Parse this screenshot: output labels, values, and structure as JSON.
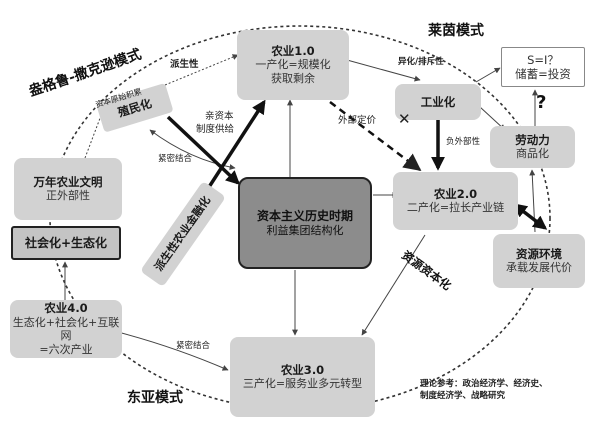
{
  "models": {
    "latin_america": "盎格鲁-撒克逊模式",
    "rhineland": "莱茵模式",
    "east_asia": "东亚模式"
  },
  "nodes": {
    "agri1": {
      "title": "农业1.0",
      "line1": "一产化=规模化",
      "line2": "获取剩余"
    },
    "agri2": {
      "title": "农业2.0",
      "line1": "二产化=拉长产业链"
    },
    "agri3": {
      "title": "农业3.0",
      "line1": "三产化=服务业多元转型"
    },
    "agri4": {
      "title": "农业4.0",
      "line1": "生态化+社会化+互联网",
      "line2": "=六次产业"
    },
    "center": {
      "title": "资本主义历史时期",
      "line1": "利益集团结构化"
    },
    "colonization": {
      "title": "殖民化"
    },
    "industrialization": {
      "title": "工业化"
    },
    "labor": {
      "title": "劳动力",
      "line1": "商品化"
    },
    "savings": {
      "title": "S=I？",
      "line1": "储蓄=投资"
    },
    "question_mark": "?",
    "civilization": {
      "title": "万年农业文明",
      "line1": "正外部性"
    },
    "society": {
      "title": "社会化+生态化"
    },
    "finance": {
      "title": "派生性农业金融化"
    },
    "resource": {
      "title": "资源环境",
      "line1": "承载发展代价"
    }
  },
  "labels": {
    "derivative": "派生性",
    "primitive_accumulation": "资本原始积累",
    "pro_capital": "亲资本",
    "institutional_supply": "制度供给",
    "tight_coupling_left": "紧密结合",
    "tight_coupling_bottom": "紧密结合",
    "external_pricing": "外部定价",
    "alienation": "异化/排斥性",
    "negative_externality": "负外部性",
    "x_mark": "✕",
    "resource_capitalization": "资源资本化"
  },
  "reference": {
    "line1": "理论参考：政治经济学、经济史、",
    "line2": "制度经济学、战略研究"
  }
}
